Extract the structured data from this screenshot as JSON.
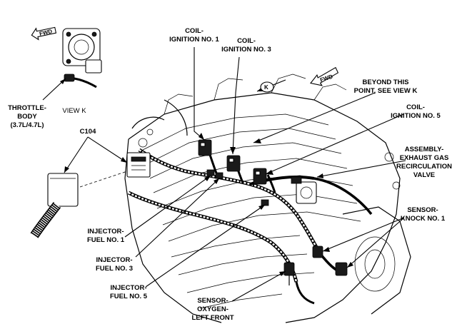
{
  "labels": {
    "coil1_line1": "COIL-",
    "coil1_line2": "IGNITION NO. 1",
    "coil3_line1": "COIL-",
    "coil3_line2": "IGNITION NO. 3",
    "coil5_line1": "COIL-",
    "coil5_line2": "IGNITION NO. 5",
    "beyond_line1": "BEYOND THIS",
    "beyond_line2": "POINT, SEE VIEW K",
    "throttle_line1": "THROTTLE-",
    "throttle_line2": "BODY",
    "throttle_line3": "(3.7L/4.7L)",
    "view_k": "VIEW K",
    "c104": "C104",
    "egr_line1": "ASSEMBLY-",
    "egr_line2": "EXHAUST GAS",
    "egr_line3": "RECIRCULATION",
    "egr_line4": "VALVE",
    "knock_line1": "SENSOR-",
    "knock_line2": "KNOCK NO. 1",
    "inj1_line1": "INJECTOR-",
    "inj1_line2": "FUEL NO. 1",
    "inj3_line1": "INJECTOR-",
    "inj3_line2": "FUEL NO. 3",
    "inj5_line1": "INJECTOR-",
    "inj5_line2": "FUEL NO. 5",
    "o2_line1": "SENSOR-",
    "o2_line2": "OXYGEN-",
    "o2_line3": "LEFT FRONT",
    "fwd_top": "FWD",
    "fwd_right": "FWD",
    "k_badge": "K"
  },
  "icons": [
    "fwd-arrow-icon",
    "view-k-arrow-icon"
  ]
}
